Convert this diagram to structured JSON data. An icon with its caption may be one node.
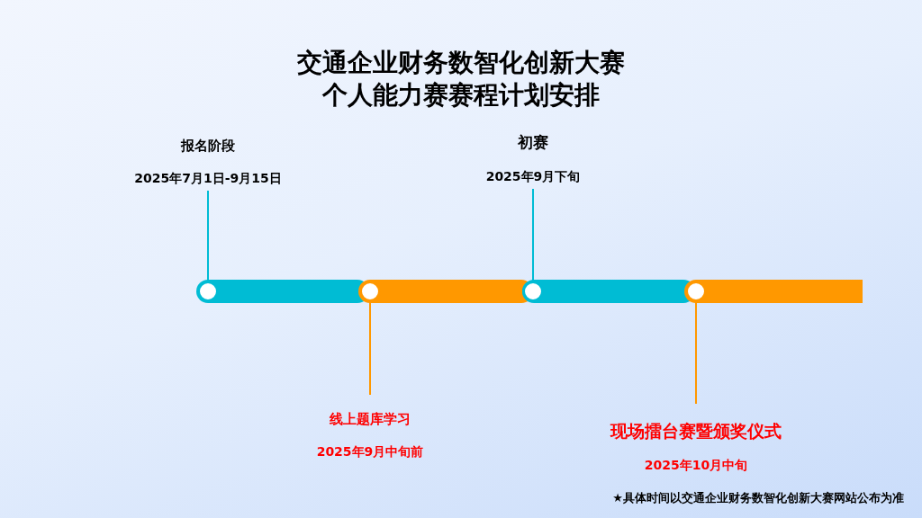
{
  "diagram": {
    "title": "交通企业财务数智化创新大赛个人能力赛赛程计划安排",
    "nodes": [
      {
        "text": [
          "报名阶段",
          "2025年7月1日-9月15日"
        ]
      },
      {
        "text": [
          "线上题库学习",
          "2025年9月中旬前"
        ]
      },
      {
        "text": [
          "初赛",
          "2025年9月下旬"
        ]
      },
      {
        "text": [
          "现场擂台赛暨颁奖仪式",
          "2025年10月中旬"
        ]
      },
      {
        "text": [],
        "shape": "circle"
      },
      {
        "text": [],
        "shape": "circle"
      },
      {
        "text": [],
        "shape": "circle"
      },
      {
        "text": [],
        "shape": "circle"
      }
    ],
    "edges": [
      {
        "from": 0,
        "to": 4,
        "arrow": "none",
        "color": "#00bcd4"
      },
      {
        "from": 1,
        "to": 5,
        "arrow": "none",
        "color": "#ff9800"
      },
      {
        "from": 2,
        "to": 6,
        "arrow": "none",
        "color": "#00bcd4"
      },
      {
        "from": 3,
        "to": 7,
        "arrow": "none",
        "color": "#ff9800"
      }
    ],
    "labels": [
      "★具体时间以交通企业财务数智化创新大赛网站公布为准"
    ]
  }
}
